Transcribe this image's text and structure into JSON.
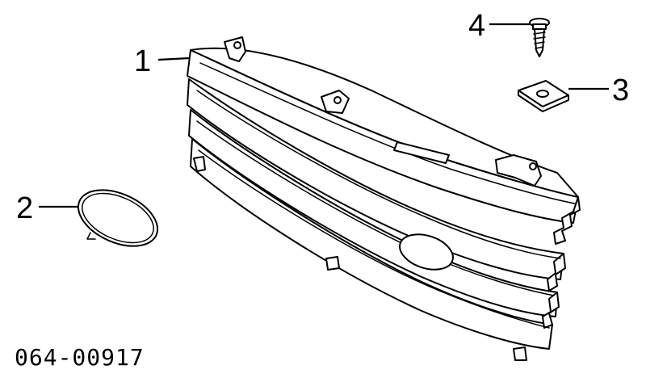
{
  "callouts": [
    {
      "id": "1",
      "label": "1"
    },
    {
      "id": "2",
      "label": "2"
    },
    {
      "id": "3",
      "label": "3"
    },
    {
      "id": "4",
      "label": "4"
    }
  ],
  "document_number": "064-00917"
}
